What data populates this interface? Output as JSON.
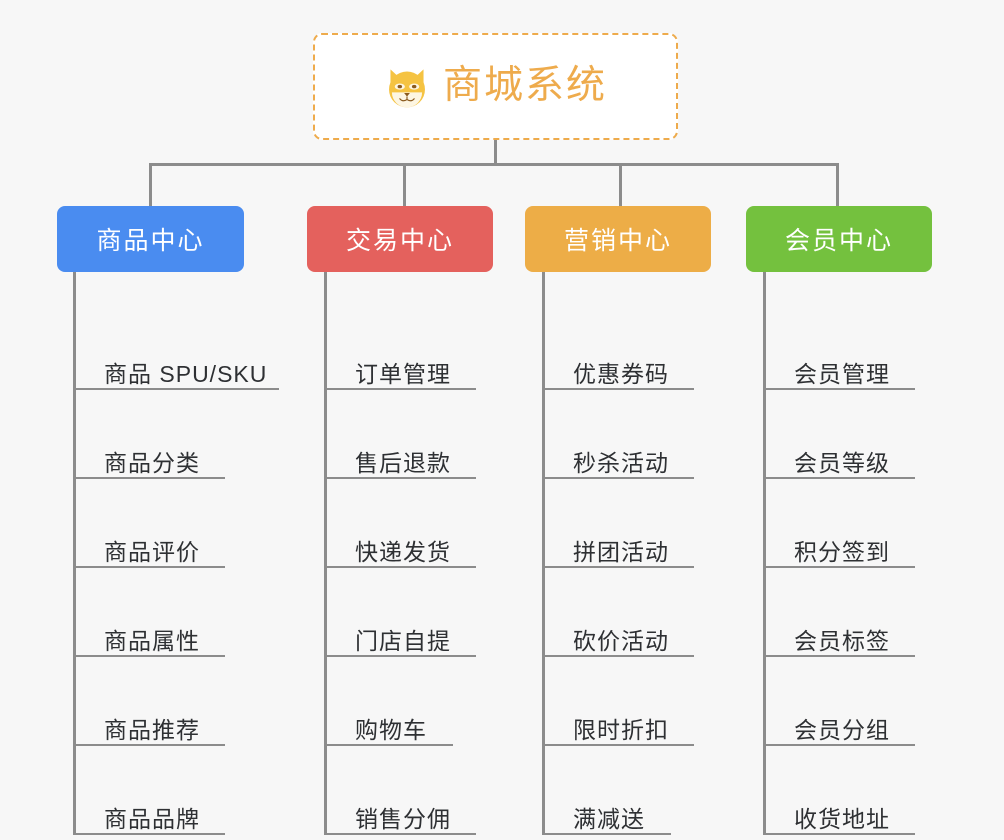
{
  "canvas": {
    "background": "#f7f7f7",
    "line_color": "#8c8c8c"
  },
  "root": {
    "title": "商城系统",
    "icon": "shiba-dog-face-icon",
    "accent": "#eeab4c",
    "border_style": "dashed",
    "fill": "#ffffff"
  },
  "categories": [
    {
      "label": "商品中心",
      "color": "#4a8cf0",
      "items": [
        {
          "label": "商品 SPU/SKU",
          "underline_width": 206
        },
        {
          "label": "商品分类",
          "underline_width": 152
        },
        {
          "label": "商品评价",
          "underline_width": 152
        },
        {
          "label": "商品属性",
          "underline_width": 152
        },
        {
          "label": "商品推荐",
          "underline_width": 152
        },
        {
          "label": "商品品牌",
          "underline_width": 152
        }
      ]
    },
    {
      "label": "交易中心",
      "color": "#e4615d",
      "items": [
        {
          "label": "订单管理",
          "underline_width": 152
        },
        {
          "label": "售后退款",
          "underline_width": 152
        },
        {
          "label": "快递发货",
          "underline_width": 152
        },
        {
          "label": "门店自提",
          "underline_width": 152
        },
        {
          "label": "购物车",
          "underline_width": 129
        },
        {
          "label": "销售分佣",
          "underline_width": 152
        }
      ]
    },
    {
      "label": "营销中心",
      "color": "#edad47",
      "items": [
        {
          "label": "优惠券码",
          "underline_width": 152
        },
        {
          "label": "秒杀活动",
          "underline_width": 152
        },
        {
          "label": "拼团活动",
          "underline_width": 152
        },
        {
          "label": "砍价活动",
          "underline_width": 152
        },
        {
          "label": "限时折扣",
          "underline_width": 152
        },
        {
          "label": "满减送",
          "underline_width": 129
        }
      ]
    },
    {
      "label": "会员中心",
      "color": "#74c13e",
      "items": [
        {
          "label": "会员管理",
          "underline_width": 152
        },
        {
          "label": "会员等级",
          "underline_width": 152
        },
        {
          "label": "积分签到",
          "underline_width": 152
        },
        {
          "label": "会员标签",
          "underline_width": 152
        },
        {
          "label": "会员分组",
          "underline_width": 152
        },
        {
          "label": "收货地址",
          "underline_width": 152
        }
      ]
    }
  ]
}
